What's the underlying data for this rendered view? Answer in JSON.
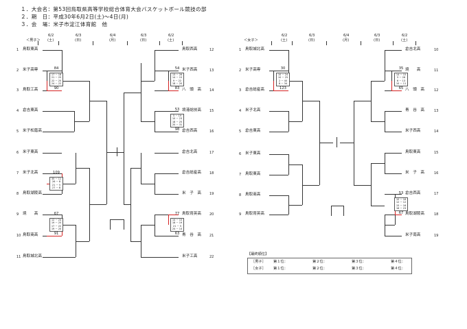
{
  "header": {
    "line1": "１．大会名：第53回鳥取県高等学校総合体育大会バスケットボール競技の部",
    "line2": "２．期　日：平成30年6月2日(土)～4日(月)",
    "line3": "３．会　場：米子市淀江体育館　他"
  },
  "schedule": [
    {
      "date": "6/2",
      "day": "(土)"
    },
    {
      "date": "6/3",
      "day": "(日)"
    },
    {
      "date": "6/4",
      "day": "(月)"
    },
    {
      "date": "6/3",
      "day": "(日)"
    },
    {
      "date": "6/2",
      "day": "(土)"
    }
  ],
  "boys": {
    "label": "＜男子＞",
    "left": [
      {
        "seed": "1",
        "name": "鳥取東高"
      },
      {
        "seed": "2",
        "name": "米子高専"
      },
      {
        "seed": "3",
        "name": "鳥取工高"
      },
      {
        "seed": "4",
        "name": "倉吉東高"
      },
      {
        "seed": "5",
        "name": "米子松蔭高"
      },
      {
        "seed": "6",
        "name": "米子東高"
      },
      {
        "seed": "7",
        "name": "米子北高"
      },
      {
        "seed": "8",
        "name": "鳥取湖陵高"
      },
      {
        "seed": "9",
        "name": "境　　高"
      },
      {
        "seed": "10",
        "name": "鳥取商高"
      },
      {
        "seed": "11",
        "name": "鳥取城北高"
      }
    ],
    "right": [
      {
        "seed": "12",
        "name": "鳥取西高"
      },
      {
        "seed": "13",
        "name": "米子西高"
      },
      {
        "seed": "14",
        "name": "八　頭　高"
      },
      {
        "seed": "15",
        "name": "境港総技高"
      },
      {
        "seed": "16",
        "name": "倉吉西高"
      },
      {
        "seed": "17",
        "name": "倉吉北高"
      },
      {
        "seed": "18",
        "name": "倉吉総産高"
      },
      {
        "seed": "19",
        "name": "米　子　高"
      },
      {
        "seed": "20",
        "name": "鳥取育英高"
      },
      {
        "seed": "21",
        "name": "青　谷　高"
      },
      {
        "seed": "22",
        "name": "米子工高"
      }
    ],
    "matches": [
      {
        "top": "84",
        "bottom": "90",
        "periods": [
          "17 － 18",
          "21 － 25",
          "22 － 25",
          "24 － 22"
        ]
      },
      {
        "top": "109",
        "bottom": "",
        "periods": [
          "35 － 11",
          "26 － 8",
          "21 － 5",
          "27 － 8"
        ]
      },
      {
        "top": "67",
        "bottom": "91",
        "periods": [
          "12 － 24",
          "19 － 25",
          "17 － 22",
          "19 － 20"
        ]
      },
      {
        "top": "54",
        "bottom": "83",
        "periods": [
          "13 － 26",
          "14 － 15",
          "9 － 22",
          "18 － 20"
        ]
      },
      {
        "top": "53",
        "bottom": "98",
        "periods": [
          "5 － 19",
          "10 － 23",
          "18 － 25",
          "20 － 31"
        ]
      },
      {
        "top": "77",
        "bottom": "63",
        "periods": [
          "14 － 15",
          "18 － 19",
          "21 － 5",
          "24 － 14"
        ]
      }
    ]
  },
  "girls": {
    "label": "＜女子＞",
    "left": [
      {
        "seed": "1",
        "name": "鳥取城北高"
      },
      {
        "seed": "2",
        "name": "米子高専"
      },
      {
        "seed": "3",
        "name": "倉吉総産高"
      },
      {
        "seed": "4",
        "name": "米子北高"
      },
      {
        "seed": "5",
        "name": "倉吉東高"
      },
      {
        "seed": "6",
        "name": "米子東高"
      },
      {
        "seed": "7",
        "name": "鳥取東高"
      },
      {
        "seed": "8",
        "name": "鳥取商高"
      },
      {
        "seed": "9",
        "name": "鳥取育英高"
      }
    ],
    "right": [
      {
        "seed": "10",
        "name": "倉吉北高"
      },
      {
        "seed": "11",
        "name": "境　　高"
      },
      {
        "seed": "12",
        "name": "八　頭　高"
      },
      {
        "seed": "13",
        "name": "青　谷　高"
      },
      {
        "seed": "14",
        "name": "米子西高"
      },
      {
        "seed": "15",
        "name": "鳥取東高"
      },
      {
        "seed": "16",
        "name": "米　子　高"
      },
      {
        "seed": "17",
        "name": "倉吉西高"
      },
      {
        "seed": "18",
        "name": "鳥取湖陵高"
      },
      {
        "seed": "19",
        "name": "米子南高"
      }
    ],
    "matches": [
      {
        "top": "30",
        "bottom": "123",
        "periods": [
          "10 － 24",
          "10 － 25",
          "2 － 40",
          "8 － 34"
        ]
      },
      {
        "top": "35",
        "bottom": "65",
        "periods": [
          "14 － 15",
          "5 － 26",
          "6 － 13",
          "10 － 11"
        ]
      },
      {
        "top": "53",
        "bottom": "67",
        "periods": [
          "10 － 16",
          "12 － 12",
          "15 － 16",
          "16 － 23"
        ]
      }
    ]
  },
  "ranking": {
    "title": "【最終順位】",
    "rows": [
      {
        "label": "［男子］",
        "cells": [
          "第１位：",
          "第２位：",
          "第３位：",
          "第４位："
        ]
      },
      {
        "label": "［女子］",
        "cells": [
          "第１位：",
          "第２位：",
          "第３位：",
          "第４位："
        ]
      }
    ]
  }
}
